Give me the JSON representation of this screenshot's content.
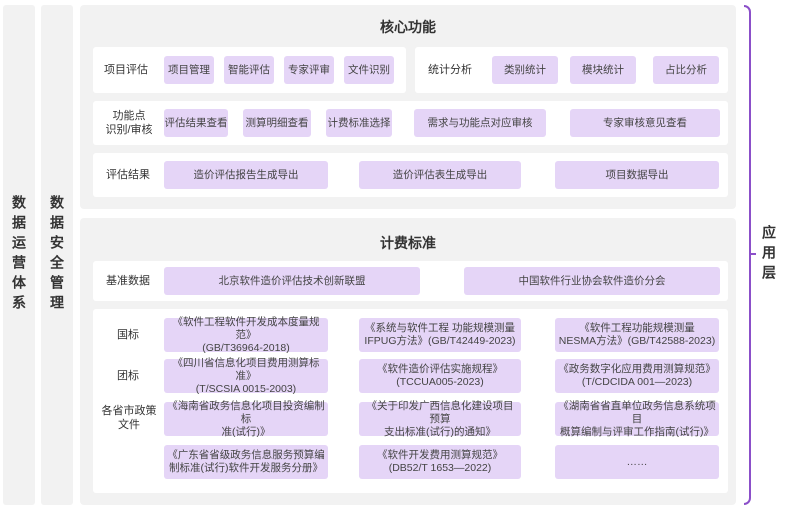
{
  "left_columns": {
    "ops": "数据运营体系",
    "security": "数据安全管理"
  },
  "core": {
    "title": "核心功能",
    "row1": {
      "label": "项目评估",
      "items": [
        "项目管理",
        "智能评估",
        "专家评审",
        "文件识别"
      ]
    },
    "row1b": {
      "label": "统计分析",
      "items": [
        "类别统计",
        "模块统计",
        "占比分析"
      ]
    },
    "row2": {
      "label": "功能点\n识别/审核",
      "items": [
        "评估结果查看",
        "测算明细查看",
        "计费标准选择",
        "需求与功能点对应审核",
        "专家审核意见查看"
      ]
    },
    "row3": {
      "label": "评估结果",
      "items": [
        "造价评估报告生成导出",
        "造价评估表生成导出",
        "项目数据导出"
      ]
    }
  },
  "billing": {
    "title": "计费标准",
    "base": {
      "label": "基准数据",
      "items": [
        "北京软件造价评估技术创新联盟",
        "中国软件行业协会软件造价分会"
      ]
    },
    "national": {
      "label": "国标",
      "items": [
        "《软件工程软件开发成本度量规范》\n(GB/T36964-2018)",
        "《系统与软件工程 功能规模测量\nIFPUG方法》(GB/T42449-2023)",
        "《软件工程功能规模测量\nNESMA方法》(GB/T42588-2023)"
      ]
    },
    "group": {
      "label": "团标",
      "items": [
        "《四川省信息化项目费用测算标准》\n(T/SCSIA 0015-2003)",
        "《软件造价评估实施规程》\n(TCCUA005-2023)",
        "《政务数字化应用费用测算规范》\n(T/CDCIDA 001—2023)"
      ]
    },
    "policy": {
      "label": "各省市政策\n文件",
      "items": [
        "《海南省政务信息化项目投资编制标\n准(试行)》",
        "《关于印发广西信息化建设项目预算\n支出标准(试行)的通知》",
        "《湖南省省直单位政务信息系统项目\n概算编制与评审工作指南(试行)》",
        "《广东省省级政务信息服务预算编\n制标准(试行)软件开发服务分册》",
        "《软件开发费用测算规范》\n(DB52/T 1653—2022)",
        "……"
      ]
    }
  },
  "right_label": "应用层"
}
